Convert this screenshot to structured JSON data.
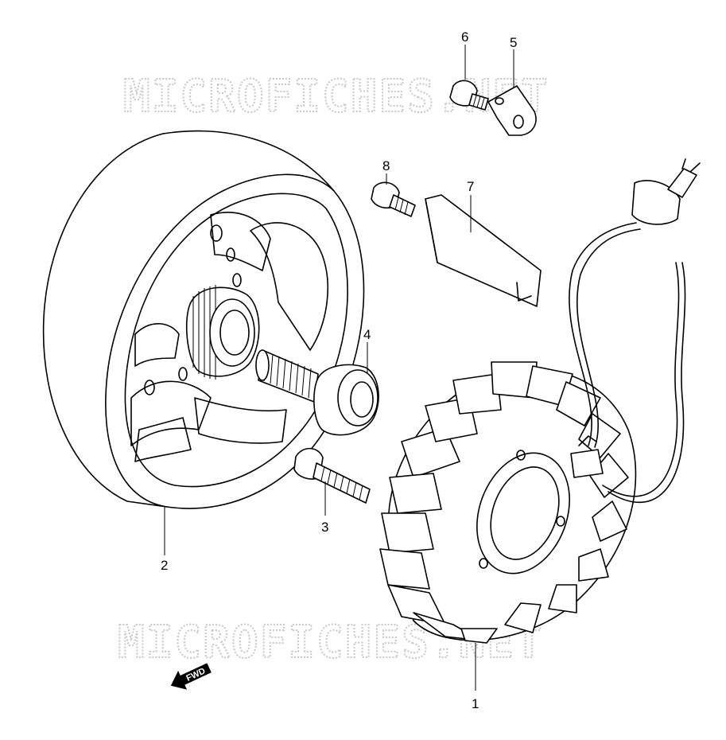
{
  "watermark": {
    "top": "MICROFICHES.NET",
    "bottom": "MICROFICHES.NET"
  },
  "callouts": {
    "p1": "1",
    "p2": "2",
    "p3": "3",
    "p4": "4",
    "p5": "5",
    "p6": "6",
    "p7": "7",
    "p8": "8"
  },
  "fwd_arrow": {
    "label": "FWD"
  }
}
